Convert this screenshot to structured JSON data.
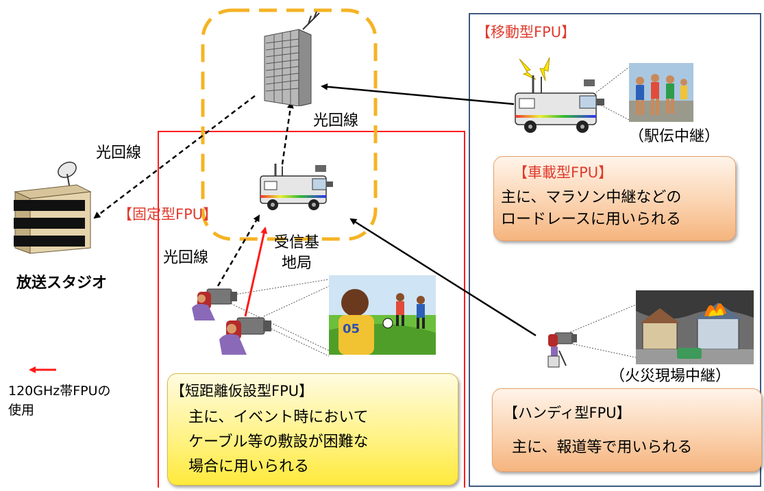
{
  "labels": {
    "mobile_fpu": "【移動型FPU】",
    "fixed_fpu": "【固定型FPU】",
    "optical_top": "光回線",
    "optical_left": "光回線",
    "optical_bottom": "光回線",
    "receiving_station_line1": "受信基",
    "receiving_station_line2": "地局",
    "studio": "放送スタジオ",
    "ekiden": "（駅伝中継）",
    "fire": "（火災現場中継）",
    "legend_line1": "120GHz帯FPUの",
    "legend_line2": "使用",
    "jersey_number": "05"
  },
  "boxes": {
    "vehicle": {
      "title": "【車載型FPU】",
      "line1": "主に、マラソン中継などの",
      "line2": "ロードレースに用いられる"
    },
    "handy": {
      "title": "【ハンディ型FPU】",
      "line1": "主に、報道等で用いられる"
    },
    "short_range": {
      "title": "【短距離仮設型FPU】",
      "line1": "主に、イベント時において",
      "line2": "ケーブル等の敷設が困難な",
      "line3": "場合に用いられる"
    }
  },
  "colors": {
    "frame_blue": "#3d5a80",
    "frame_red": "#ff1a1a",
    "dashed_orange": "#f5b324",
    "title_red": "#e03b2e",
    "arrow_black": "#000000"
  }
}
